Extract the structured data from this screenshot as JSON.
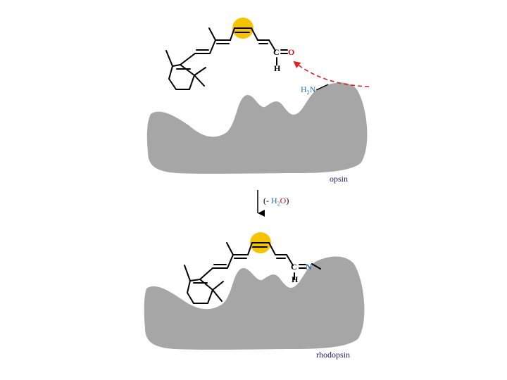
{
  "colors": {
    "protein": "#a6a6a6",
    "bond": "#000000",
    "highlight": "#f5c400",
    "oxygen": "#cc1111",
    "nitrogen": "#2a6fb8",
    "arrow_red": "#dd2222",
    "label_text": "#1a1a66"
  },
  "top": {
    "aldehyde_carbon": "C",
    "aldehyde_oxygen": "O",
    "aldehyde_hydrogen": "H",
    "amine_h": "H",
    "amine_sub": "2",
    "amine_n": "N",
    "protein_label": "opsin"
  },
  "reaction": {
    "open_paren": "(- ",
    "water_h": "H",
    "water_sub": "2",
    "water_o": "O",
    "close_paren": ")"
  },
  "bottom": {
    "imine_carbon": "C",
    "imine_nitrogen": "N",
    "imine_hydrogen": "H",
    "protein_label": "rhodopsin"
  }
}
